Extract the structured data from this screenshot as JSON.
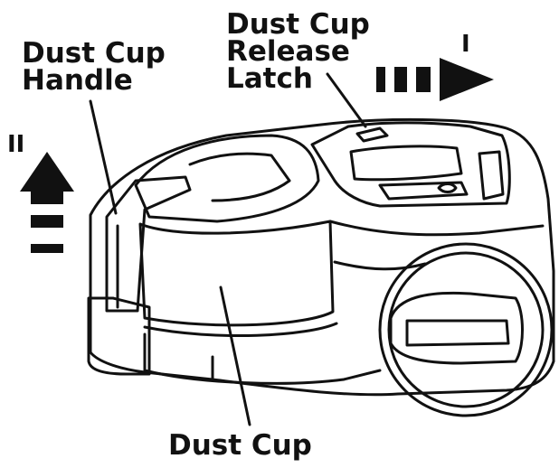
{
  "labels": {
    "handle": [
      "Dust Cup",
      "Handle"
    ],
    "latch": [
      "Dust Cup",
      "Release",
      "Latch"
    ],
    "cup": "Dust Cup"
  },
  "steps": {
    "one": "I",
    "two": "II"
  },
  "colors": {
    "ink": "#111111",
    "background": "#ffffff"
  },
  "icons": [
    "arrow-right-icon",
    "arrow-up-icon"
  ]
}
